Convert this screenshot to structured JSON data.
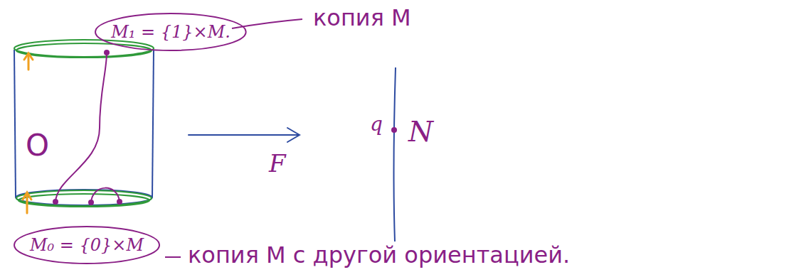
{
  "diagram": {
    "nodes": [
      {
        "text": [
          "M₁ = {1}×M."
        ]
      },
      {
        "text": [
          "M₀ = {0}×M"
        ]
      }
    ],
    "labels": [
      "копия M",
      "O",
      "F",
      "q",
      "N",
      "копия M с другой ориентацией."
    ]
  }
}
